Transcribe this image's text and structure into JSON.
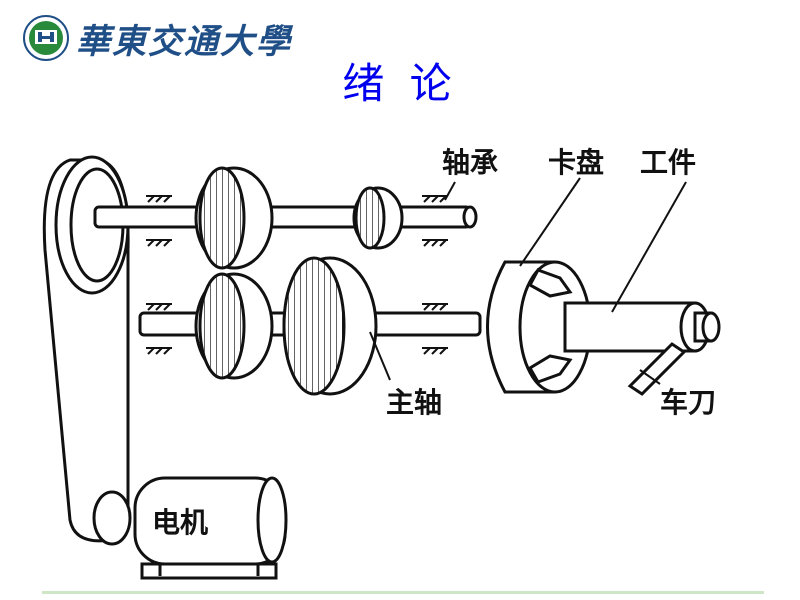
{
  "header": {
    "university_name": "華東交通大學",
    "title": "绪 论"
  },
  "labels": {
    "bearing": "轴承",
    "chuck": "卡盘",
    "workpiece": "工件",
    "spindle": "主轴",
    "tool": "车刀",
    "motor": "电机"
  }
}
